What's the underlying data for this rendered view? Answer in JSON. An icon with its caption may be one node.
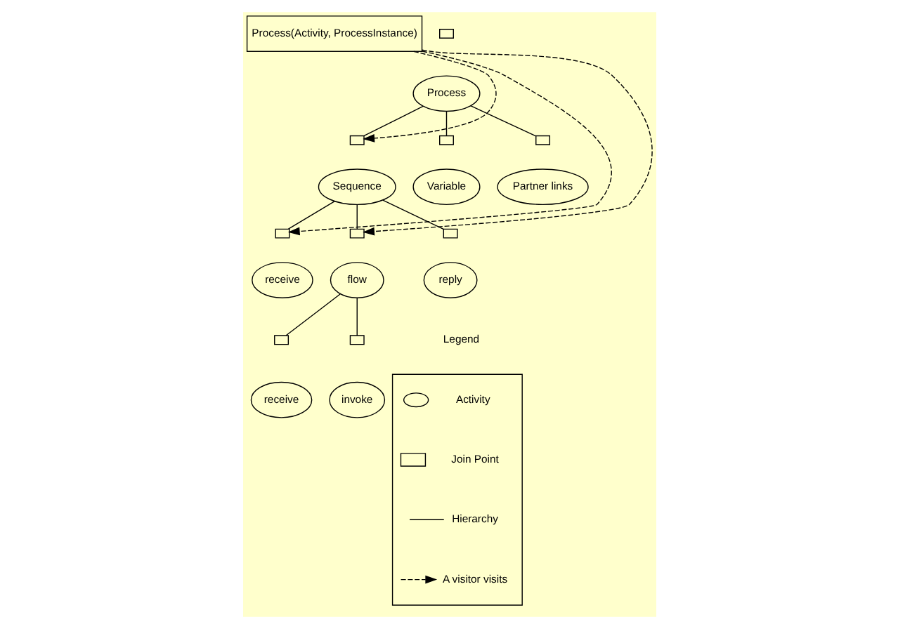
{
  "diagram": {
    "nodes": [
      {
        "text": [
          "Process(Activity, ProcessInstance)"
        ]
      },
      {
        "text": [
          "Process"
        ]
      },
      {
        "text": [
          "Sequence"
        ]
      },
      {
        "text": [
          "Variable"
        ]
      },
      {
        "text": [
          "Partner links"
        ]
      },
      {
        "text": [
          "receive"
        ]
      },
      {
        "text": [
          "flow"
        ]
      },
      {
        "text": [
          "reply"
        ]
      },
      {
        "text": [
          "receive"
        ]
      },
      {
        "text": [
          "invoke"
        ]
      },
      {
        "text": [],
        "shape": "box"
      },
      {
        "text": [],
        "shape": "box"
      },
      {
        "text": [],
        "shape": "box"
      },
      {
        "text": [],
        "shape": "box"
      },
      {
        "text": [],
        "shape": "box"
      },
      {
        "text": [],
        "shape": "box"
      },
      {
        "text": [],
        "shape": "box"
      },
      {
        "text": [],
        "shape": "box"
      },
      {
        "text": [],
        "shape": "box"
      },
      {
        "text": [],
        "shape": "box"
      }
    ],
    "edges": [
      {
        "from": 1,
        "to": 11,
        "arrow": "none"
      },
      {
        "from": 1,
        "to": 12,
        "arrow": "none"
      },
      {
        "from": 1,
        "to": 13,
        "arrow": "none"
      },
      {
        "from": 2,
        "to": 14,
        "arrow": "none"
      },
      {
        "from": 2,
        "to": 15,
        "arrow": "none"
      },
      {
        "from": 2,
        "to": 16,
        "arrow": "none"
      },
      {
        "from": 6,
        "to": 17,
        "arrow": "none"
      },
      {
        "from": 6,
        "to": 18,
        "arrow": "none"
      },
      {
        "from": 0,
        "to": 11,
        "arrow": "to",
        "style": "dashed"
      },
      {
        "from": 0,
        "to": 14,
        "arrow": "to",
        "style": "dashed"
      },
      {
        "from": 0,
        "to": 15,
        "arrow": "to",
        "style": "dashed"
      }
    ],
    "labels": [
      "Legend"
    ],
    "legend": [
      {
        "text": "Activity"
      },
      {
        "text": "Join Point"
      },
      {
        "text": "Hierarchy"
      },
      {
        "text": "A visitor visits"
      }
    ]
  }
}
